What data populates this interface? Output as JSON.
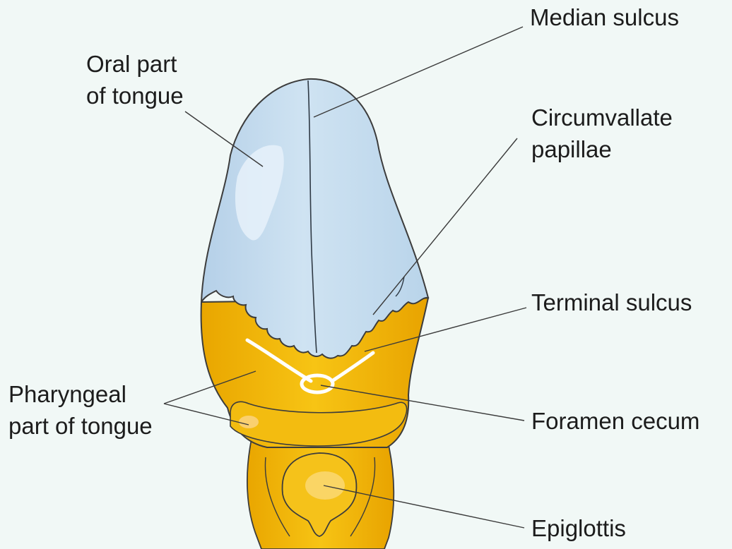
{
  "diagram": {
    "labels": {
      "median_sulcus": "Median sulcus",
      "oral_part": [
        "Oral part",
        "of tongue"
      ],
      "circumvallate": [
        "Circumvallate",
        "papillae"
      ],
      "terminal_sulcus": "Terminal sulcus",
      "pharyngeal_part": [
        "Pharyngeal",
        "part of tongue"
      ],
      "foramen_cecum": "Foramen cecum",
      "epiglottis": "Epiglottis"
    },
    "colors": {
      "background": "#f1f8f6",
      "oral_part_fill": "#c4dcee",
      "pharyngeal_part_fill": "#f2b80c",
      "outline": "#3c3c3c",
      "sulcus_highlight": "#ffffff"
    }
  }
}
